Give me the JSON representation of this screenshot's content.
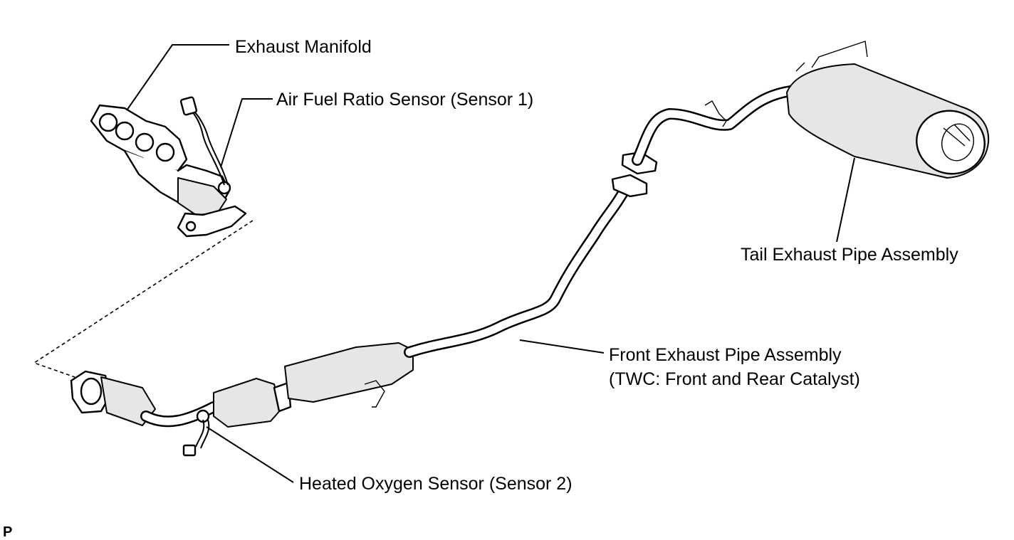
{
  "labels": {
    "exhaust_manifold": "Exhaust Manifold",
    "air_fuel_ratio_sensor": "Air Fuel Ratio Sensor (Sensor 1)",
    "tail_exhaust_pipe": "Tail Exhaust Pipe Assembly",
    "front_exhaust_pipe_line1": "Front Exhaust Pipe Assembly",
    "front_exhaust_pipe_line2": "(TWC: Front and Rear Catalyst)",
    "heated_oxygen_sensor": "Heated Oxygen Sensor (Sensor 2)"
  },
  "figure_code": "P"
}
